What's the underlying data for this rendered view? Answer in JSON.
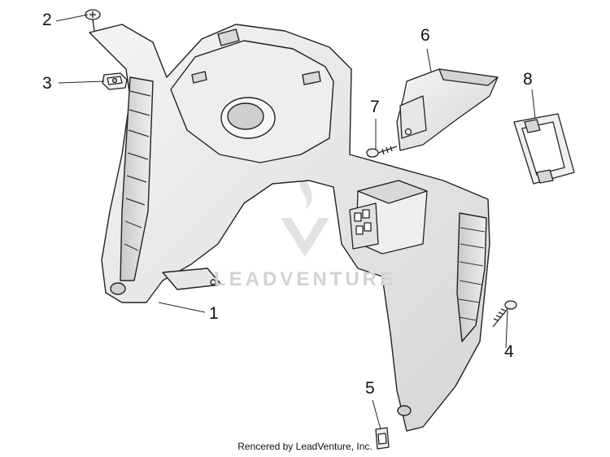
{
  "callouts": [
    "1",
    "2",
    "3",
    "4",
    "5",
    "6",
    "7",
    "8"
  ],
  "watermark_text": "LEADVENTURE",
  "footer_text": "Rencered by LeadVenture, Inc.",
  "colors": {
    "line": "#222222",
    "shade": "#dcdcdc",
    "shade_dark": "#b9b9b9",
    "watermark": "#d2d2d2"
  }
}
